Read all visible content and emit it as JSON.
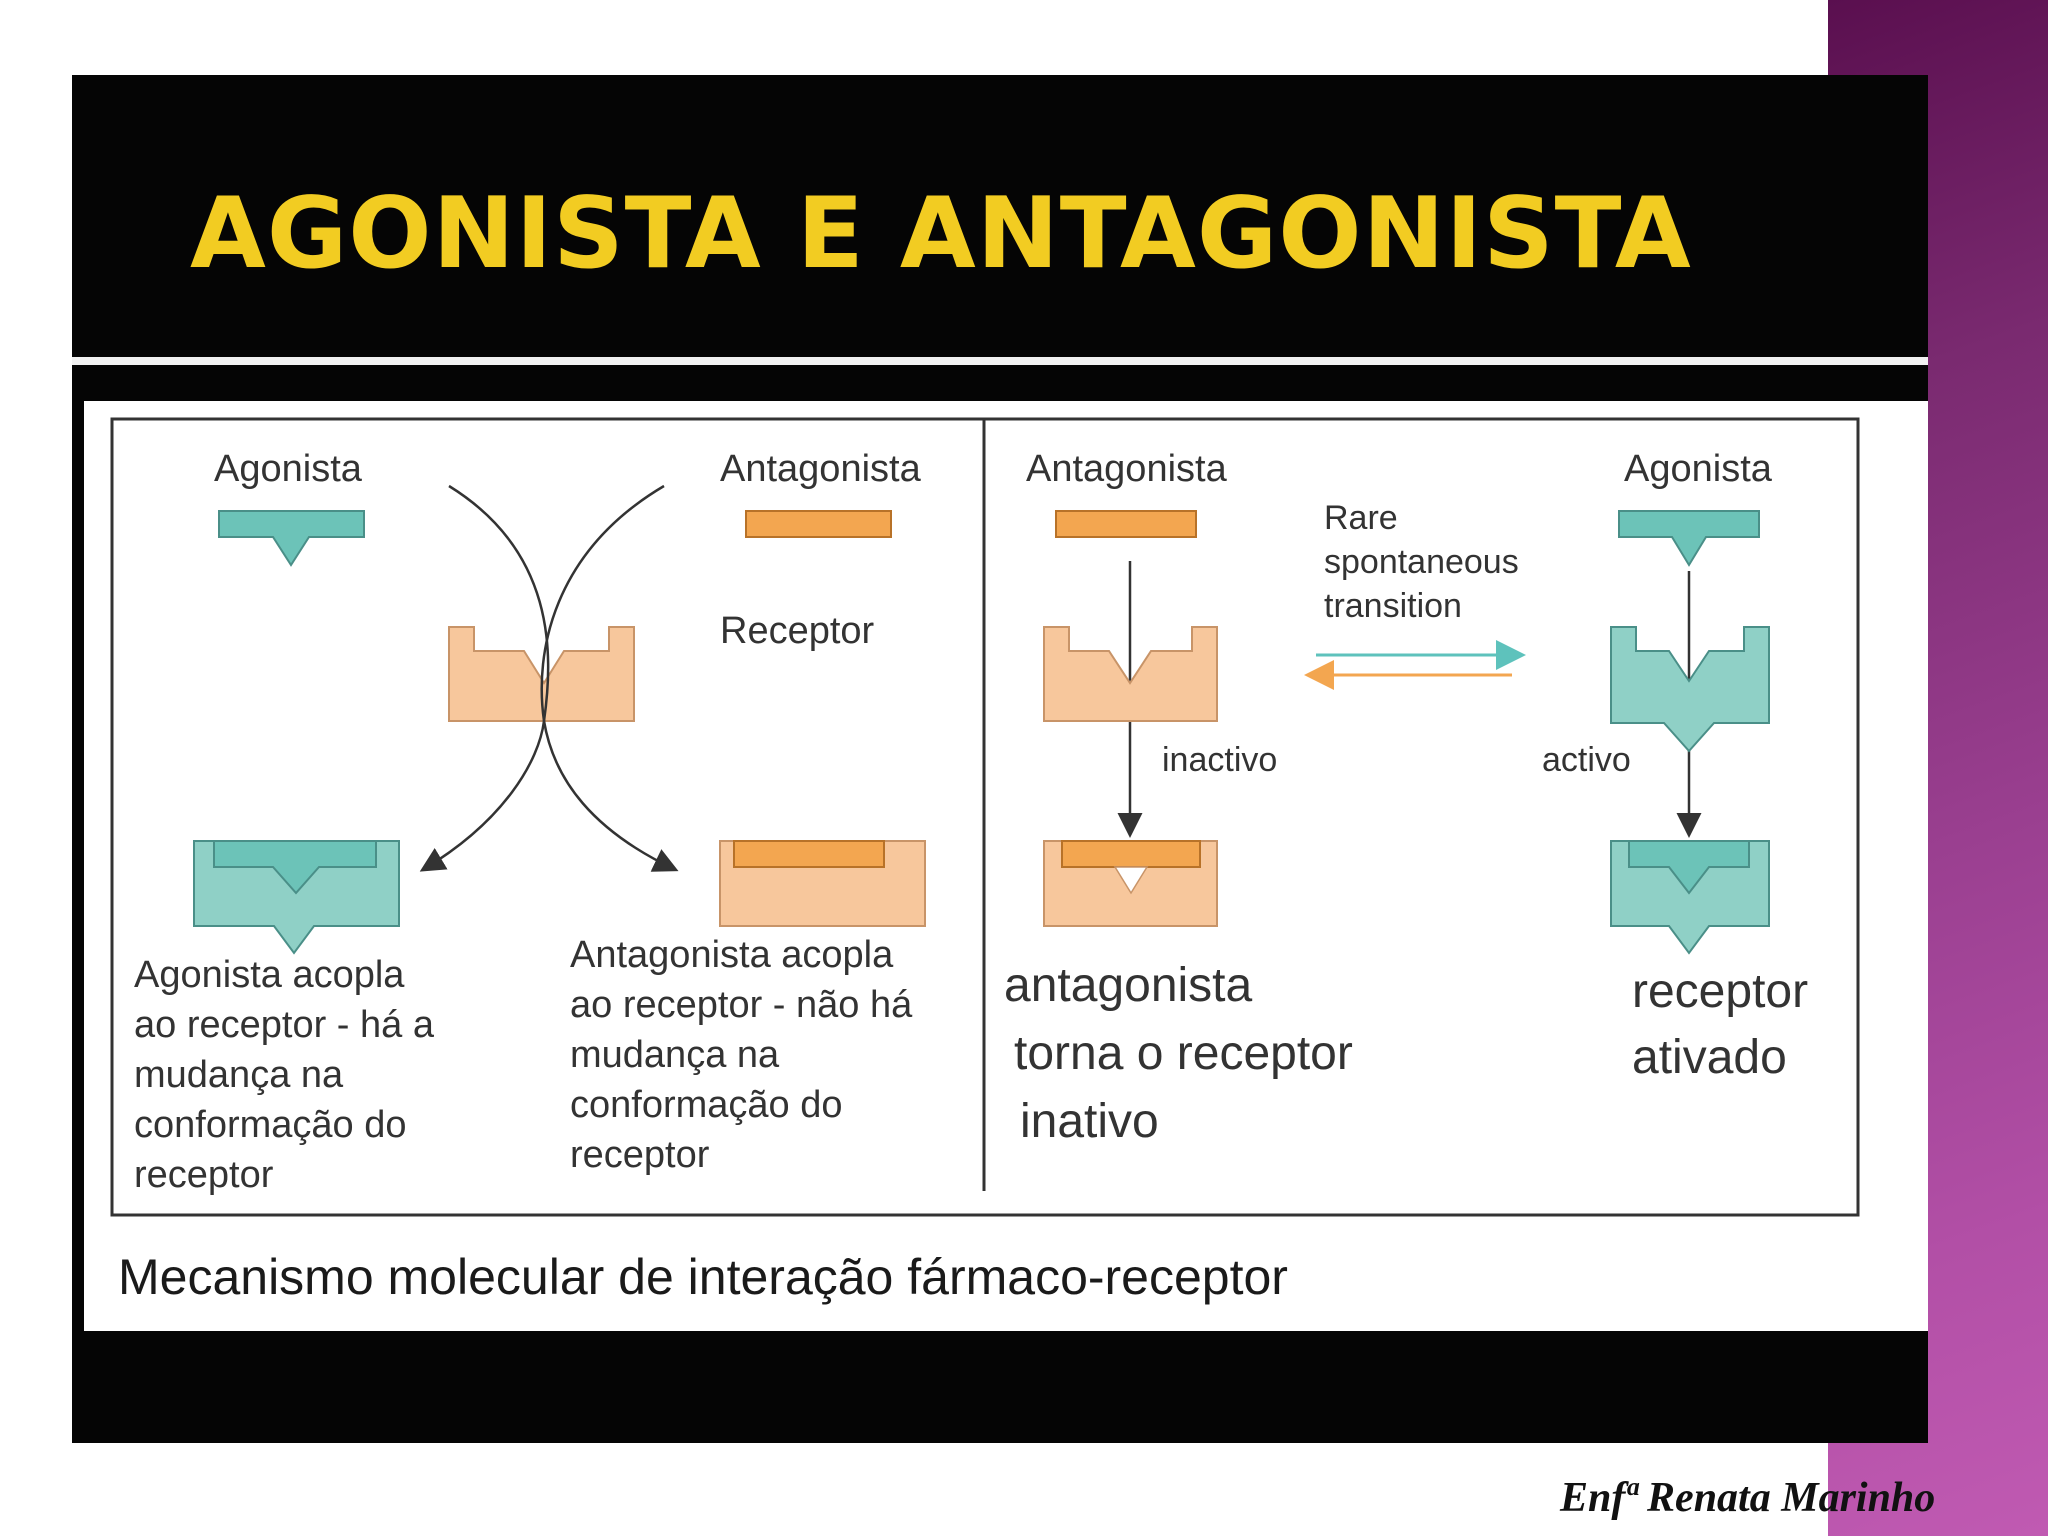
{
  "slide": {
    "title": "AGONISTA E ANTAGONISTA",
    "caption": "Mecanismo molecular de interação fármaco-receptor",
    "author": "Enfª Renata Marinho"
  },
  "diagram": {
    "left": {
      "agonist_label": "Agonista",
      "antagonist_label": "Antagonista",
      "receptor_label": "Receptor",
      "agonist_text": [
        "Agonista acopla",
        "ao receptor - há a",
        "mudança na",
        "conformação do",
        "receptor"
      ],
      "antagonist_text": [
        "Antagonista acopla",
        "ao receptor - não há",
        "mudança na",
        "conformação do",
        "receptor"
      ]
    },
    "right": {
      "antagonist_label": "Antagonista",
      "agonist_label": "Agonista",
      "transition_text": [
        "Rare",
        "spontaneous",
        "transition"
      ],
      "inactive_label": "inactivo",
      "active_label": "activo",
      "antagonist_result": [
        "antagonista",
        "torna o receptor",
        "inativo"
      ],
      "agonist_result": [
        "receptor",
        "ativado"
      ]
    }
  },
  "colors": {
    "title": "#f2cc22",
    "agonist": "#6cc3b8",
    "antagonist": "#f3a650",
    "receptor_inactive": "#f7c79c",
    "receptor_active": "#8fd0c6"
  }
}
